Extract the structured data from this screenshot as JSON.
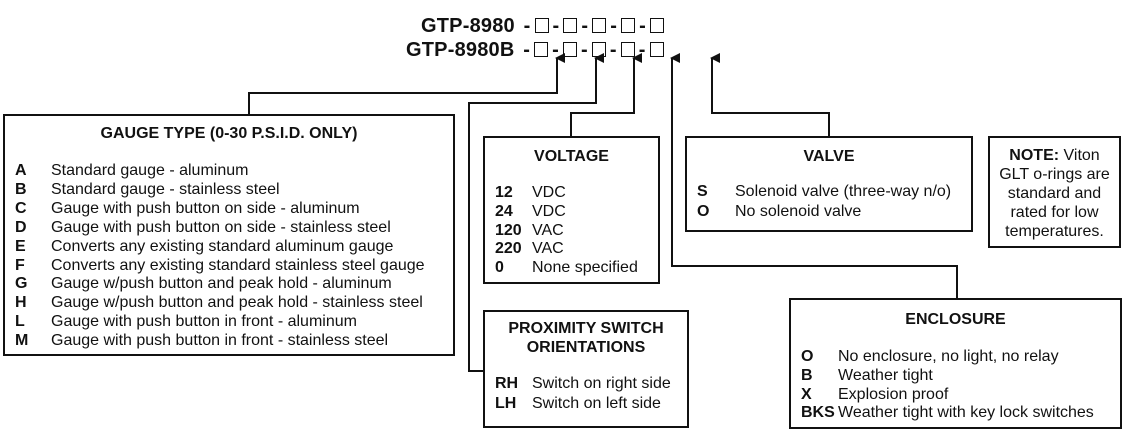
{
  "models": {
    "line1": "GTP-8980",
    "line2": "GTP-8980B"
  },
  "gauge": {
    "title": "GAUGE TYPE (0-30 P.S.I.D. ONLY)",
    "items": [
      {
        "code": "A",
        "desc": "Standard gauge - aluminum"
      },
      {
        "code": "B",
        "desc": "Standard gauge - stainless steel"
      },
      {
        "code": "C",
        "desc": "Gauge with push button on side - aluminum"
      },
      {
        "code": "D",
        "desc": "Gauge with push button on side - stainless steel"
      },
      {
        "code": "E",
        "desc": "Converts any existing standard aluminum gauge"
      },
      {
        "code": "F",
        "desc": "Converts any existing standard stainless steel gauge"
      },
      {
        "code": "G",
        "desc": "Gauge w/push button and peak hold - aluminum"
      },
      {
        "code": "H",
        "desc": "Gauge w/push button and peak hold - stainless steel"
      },
      {
        "code": "L",
        "desc": "Gauge with push button in front - aluminum"
      },
      {
        "code": "M",
        "desc": "Gauge with push button in front - stainless steel"
      }
    ]
  },
  "voltage": {
    "title": "VOLTAGE",
    "items": [
      {
        "code": "12",
        "desc": "VDC"
      },
      {
        "code": "24",
        "desc": "VDC"
      },
      {
        "code": "120",
        "desc": "VAC"
      },
      {
        "code": "220",
        "desc": "VAC"
      },
      {
        "code": "0",
        "desc": "None specified"
      }
    ]
  },
  "proximity": {
    "title_line1": "PROXIMITY SWITCH",
    "title_line2": "ORIENTATIONS",
    "items": [
      {
        "code": "RH",
        "desc": "Switch on right side"
      },
      {
        "code": "LH",
        "desc": "Switch on left side"
      }
    ]
  },
  "valve": {
    "title": "VALVE",
    "items": [
      {
        "code": "S",
        "desc": "Solenoid valve (three-way n/o)"
      },
      {
        "code": "O",
        "desc": "No solenoid valve"
      }
    ]
  },
  "enclosure": {
    "title": "ENCLOSURE",
    "items": [
      {
        "code": "O",
        "desc": "No enclosure, no light, no relay"
      },
      {
        "code": "B",
        "desc": "Weather tight"
      },
      {
        "code": "X",
        "desc": "Explosion proof"
      },
      {
        "code": "BKS",
        "desc": "Weather tight with key lock switches"
      }
    ]
  },
  "note": {
    "label": "NOTE:",
    "text_1": " Viton",
    "text_2": "GLT o-rings are",
    "text_3": "standard and",
    "text_4": "rated for low",
    "text_5": "temperatures."
  }
}
